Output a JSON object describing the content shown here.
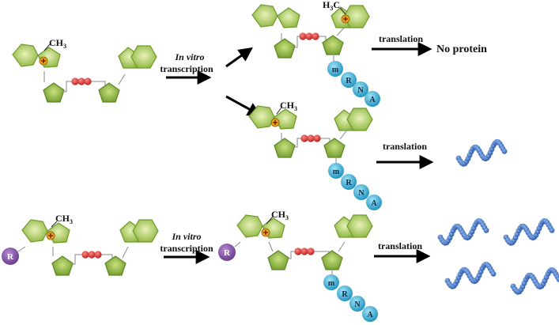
{
  "labels": {
    "in_vitro": "In vitro",
    "transcription": "transcription",
    "translation": "translation",
    "no_protein": "No protein",
    "ch3_main": "CH",
    "ch3_sub": "3",
    "h3c_h": "H",
    "h3c_sub": "3",
    "h3c_c": "C",
    "r_cap": "R",
    "mrna_letters": [
      "m",
      "R",
      "N",
      "A"
    ]
  },
  "colors": {
    "base_light": "#b7d56b",
    "base_dark": "#7fa536",
    "sugar": "#8dbb3c",
    "phosphate": "#d7262b",
    "mrna": "#39b2de",
    "protein": "#3a74cf",
    "r_cap": "#8854a8",
    "methyl_plus": "#f0a019"
  },
  "icons": [
    "guanine-base-icon",
    "ribose-sugar-icon",
    "triphosphate-bridge-icon",
    "methyl-plus-icon",
    "mrna-bead-chain-icon",
    "protein-coil-icon",
    "r-group-cap-icon",
    "arrow-icon"
  ]
}
